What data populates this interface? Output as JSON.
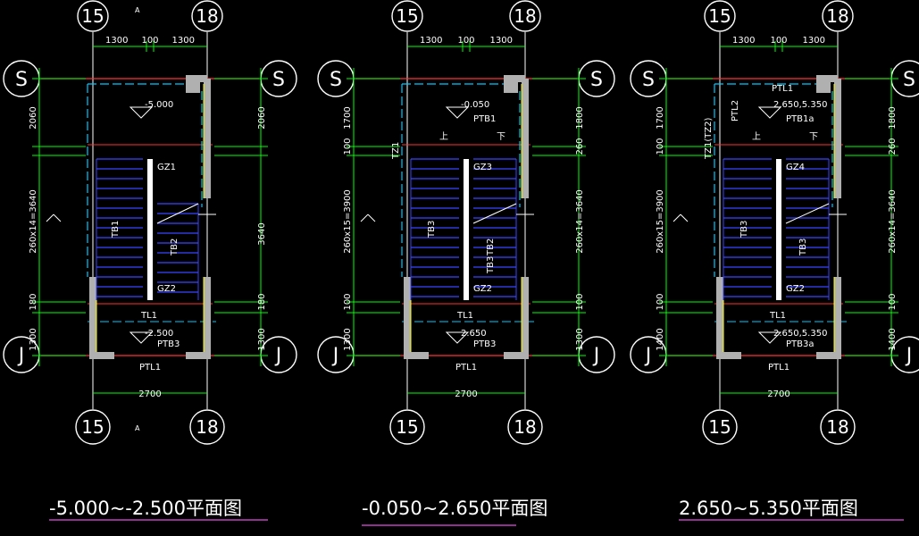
{
  "axes": {
    "left": "15",
    "right": "18",
    "top": "S",
    "bottom": "J",
    "small_mark": "A"
  },
  "plans": [
    {
      "caption": "-5.000~-2.500平面图",
      "top_dims": [
        "1300",
        "100",
        "1300"
      ],
      "bottom_dim": "2700",
      "left_dims": [
        "2060",
        "260x14=3640",
        "180",
        "1300"
      ],
      "right_dims": [
        "2060",
        "3640",
        "180",
        "1300"
      ],
      "elev_top": "-5.000",
      "elev_bottom": "-2.500",
      "beam_top": "",
      "beam_bottom": "PTL1",
      "slab_top": "",
      "slab_bottom": "PTB3",
      "flight_left": "TB1",
      "flight_right": "TB2",
      "col_top": "GZ1",
      "col_bottom": "GZ2",
      "tl": "TL1",
      "up": "",
      "down": ""
    },
    {
      "caption": "-0.050~2.650平面图",
      "top_dims": [
        "1300",
        "100",
        "1300"
      ],
      "bottom_dim": "2700",
      "left_dims": [
        "1700",
        "100",
        "260x15=3900",
        "100",
        "1300"
      ],
      "right_dims": [
        "1800",
        "260",
        "260x14=3640",
        "100",
        "1300"
      ],
      "elev_top": "-0.050",
      "elev_bottom": "2.650",
      "beam_top": "",
      "beam_bottom": "PTL1",
      "slab_top": "PTB1",
      "slab_bottom": "PTB3",
      "flight_left": "TB3",
      "flight_right": "TB2",
      "flight_right2": "TB3",
      "col_top": "GZ3",
      "col_bottom": "GZ2",
      "tl": "TL1",
      "tl_top": "TZ1",
      "up": "上",
      "down": "下"
    },
    {
      "caption": "2.650~5.350平面图",
      "top_dims": [
        "1300",
        "100",
        "1300"
      ],
      "bottom_dim": "2700",
      "left_dims": [
        "1700",
        "100",
        "260x15=3900",
        "100",
        "1400"
      ],
      "right_dims": [
        "1800",
        "260",
        "260x14=3640",
        "100",
        "1400"
      ],
      "elev_top": "2.650,5.350",
      "elev_bottom": "2.650,5.350",
      "beam_top": "PTL1",
      "beam_bottom": "PTL1",
      "slab_top": "PTB1a",
      "slab_bottom": "PTB3a",
      "flight_left": "TB3",
      "flight_right": "TB3",
      "col_top": "GZ4",
      "col_bottom": "GZ2",
      "tl": "TL1",
      "tl_top": "TZ1(TZ2)",
      "side_beam": "PTL2",
      "up": "上",
      "down": "下"
    }
  ],
  "colors": {
    "wall": "#b0b0b0",
    "stair": "#3a44ff",
    "axis": "#ff3030",
    "dim": "#00ff00",
    "cyan": "#00c8ff",
    "yellow": "#ffff00",
    "caption_line": "#c040c0"
  }
}
